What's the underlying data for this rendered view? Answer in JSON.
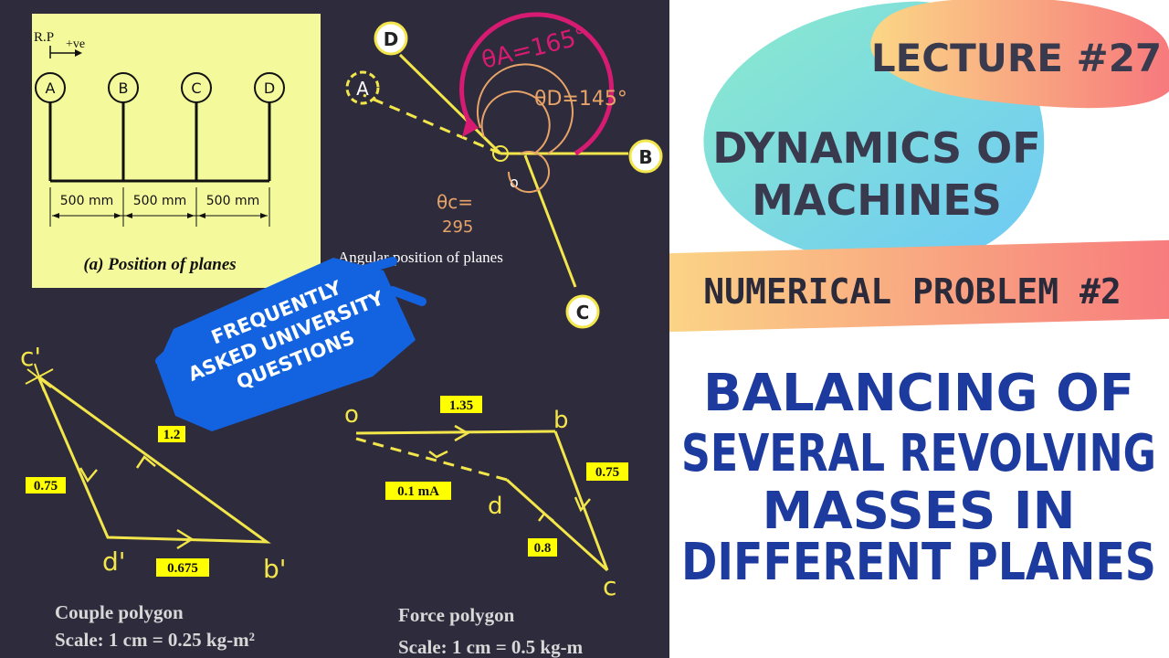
{
  "planes_panel": {
    "reference_plane": "R.P",
    "positive_dir": "+ve",
    "planes": [
      "A",
      "B",
      "C",
      "D"
    ],
    "spacings": [
      "500 mm",
      "500 mm",
      "500 mm"
    ],
    "caption": "(a) Position of planes"
  },
  "angular": {
    "caption": "Angular position of planes",
    "center": "o",
    "labels": [
      "A",
      "B",
      "C",
      "D"
    ],
    "theta_a": "θA=165°",
    "theta_d": "θD=145°",
    "theta_c": "θc=",
    "theta_c_value": "295"
  },
  "banner": [
    "FREQUENTLY",
    "ASKED UNIVERSITY",
    "QUESTIONS"
  ],
  "couple_polygon": {
    "vertices": [
      "c'",
      "d'",
      "b'"
    ],
    "values": [
      "1.2",
      "0.75",
      "0.675"
    ],
    "title": "Couple polygon",
    "scale": "Scale: 1 cm = 0.25 kg-m²"
  },
  "force_polygon": {
    "vertices": [
      "o",
      "b",
      "c",
      "d"
    ],
    "values": [
      "1.35",
      "0.75",
      "0.8"
    ],
    "value_ma": "0.1 mA",
    "title": "Force polygon",
    "scale": "Scale: 1 cm = 0.5 kg-m"
  },
  "thumbnail": {
    "lecture": "LECTURE #27",
    "course": [
      "DYNAMICS OF",
      "MACHINES"
    ],
    "problem": "NUMERICAL PROBLEM #2",
    "topic": [
      "BALANCING OF",
      "SEVERAL REVOLVING",
      "MASSES IN",
      "DIFFERENT PLANES"
    ]
  },
  "colors": {
    "board": "#2e2b3c",
    "sketch": "#f2e64a",
    "angle_arc": "#d81b72",
    "angle_c": "#e8a468",
    "banner": "#1363e0",
    "course_text": "#3a3a4e",
    "topic_text": "#1d3b9e"
  }
}
